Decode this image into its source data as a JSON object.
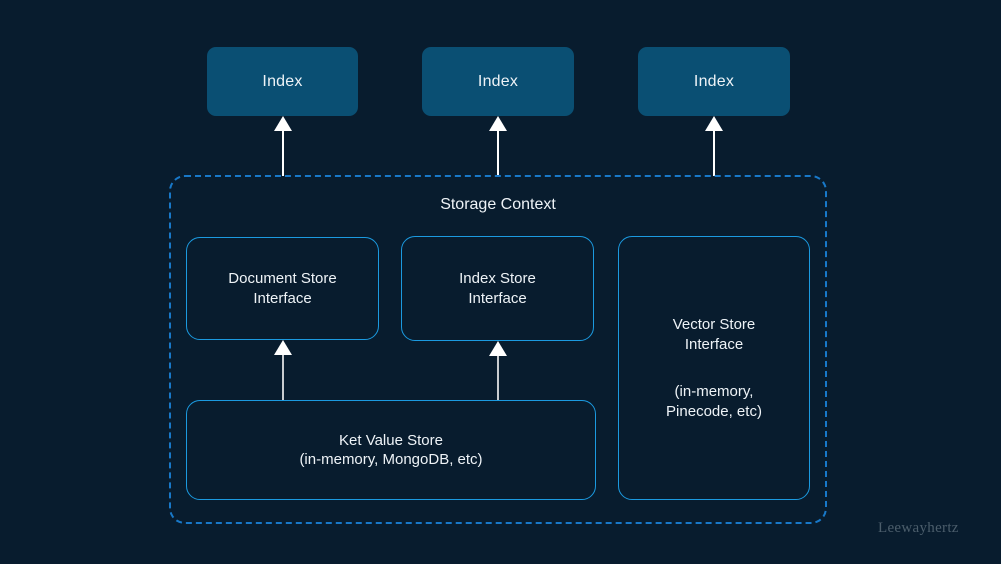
{
  "diagram": {
    "background_color": "#081c2e",
    "indexes": [
      {
        "label": "Index"
      },
      {
        "label": "Index"
      },
      {
        "label": "Index"
      }
    ],
    "storage_context": {
      "title": "Storage Context",
      "border_color": "#1878c8",
      "boxes": {
        "document_store": {
          "line1": "Document Store",
          "line2": "Interface"
        },
        "index_store": {
          "line1": "Index Store",
          "line2": "Interface"
        },
        "vector_store": {
          "line1": "Vector Store",
          "line2": "Interface",
          "line3": "(in-memory,",
          "line4": "Pinecode, etc)"
        },
        "key_value_store": {
          "line1": "Ket Value Store",
          "line2": "(in-memory, MongoDB, etc)"
        }
      },
      "box_border_color": "#1b9ae0"
    },
    "arrows": {
      "color": "#ffffff",
      "count": 5,
      "direction": "up"
    },
    "watermark": "Leewayhertz"
  }
}
